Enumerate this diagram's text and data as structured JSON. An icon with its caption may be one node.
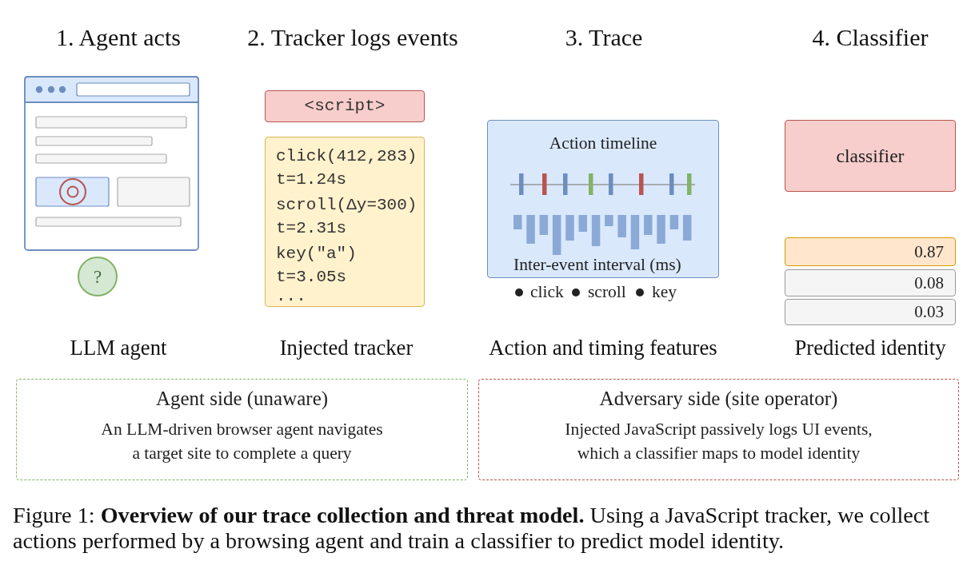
{
  "diagram": {
    "caption": "Figure 1: **Overview of our trace collection and threat model.** Using a JavaScript tracker, we collect actions performed by a browsing agent and train a classifier to predict model identity.",
    "nodes": [
      {
        "text": [
          "?"
        ]
      },
      {
        "text": [
          "<script>"
        ]
      },
      {
        "text": [
          "click(412,283)",
          "t=1.24s",
          "scroll(Δy=300)",
          "t=2.31s",
          "key(\"a\")",
          "t=3.05s",
          "..."
        ]
      },
      {
        "text": [
          "Action timeline",
          "Inter-event interval (ms)"
        ]
      },
      {
        "text": [
          "classifier"
        ]
      },
      {
        "text": [
          "0.87"
        ]
      },
      {
        "text": [
          "0.08"
        ]
      },
      {
        "text": [
          "0.03"
        ]
      },
      {
        "text": [
          "Agent side (unaware)",
          "An LLM-driven browser agent navigates a target site to complete a query"
        ]
      },
      {
        "text": [
          "Adversary side (site operator)",
          "Injected JavaScript passively logs UI events, which a classifier maps to model identity"
        ]
      }
    ],
    "labels": [
      "1. Agent acts",
      "2. Tracker logs events",
      "3. Trace",
      "4. Classifier",
      "LLM agent",
      "Injected tracker",
      "Action and timing features",
      "Predicted identity"
    ],
    "legend": [
      {
        "text": "click"
      },
      {
        "text": "scroll"
      },
      {
        "text": "key"
      }
    ]
  }
}
